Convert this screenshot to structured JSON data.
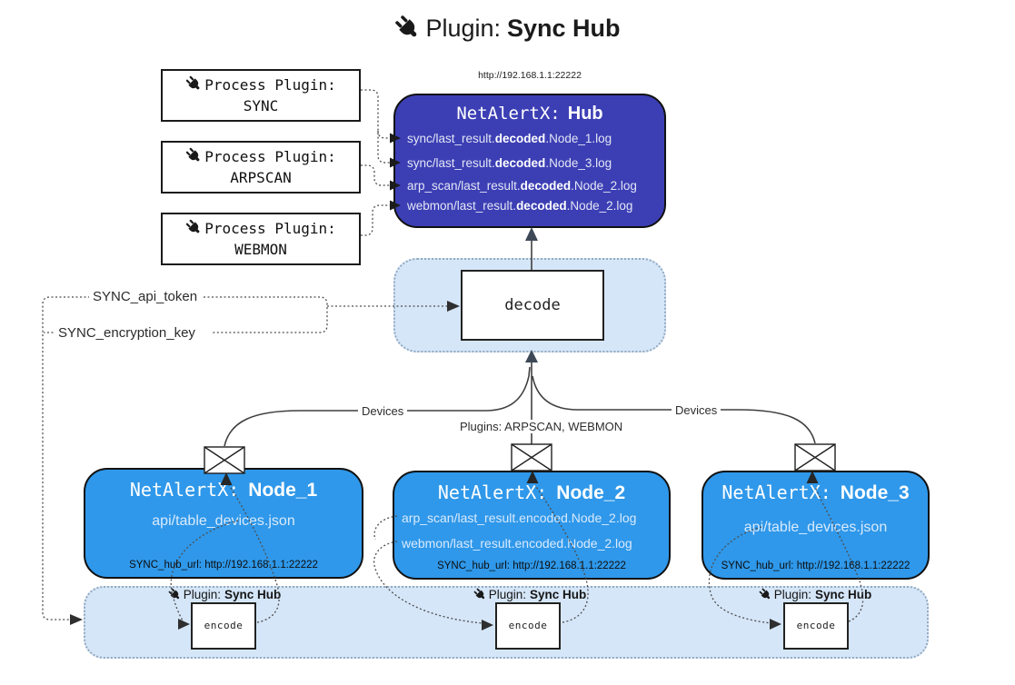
{
  "title": {
    "label": "Plugin:",
    "name": "Sync Hub"
  },
  "process_plugins": [
    {
      "label": "Process Plugin:",
      "name": "SYNC"
    },
    {
      "label": "Process Plugin:",
      "name": "ARPSCAN"
    },
    {
      "label": "Process Plugin:",
      "name": "WEBMON"
    }
  ],
  "hub": {
    "url": "http://192.168.1.1:22222",
    "title_prefix": "NetAlertX:",
    "title_name": "Hub",
    "logs": [
      {
        "pre": "sync/last_result.",
        "bold": "decoded",
        "post": ".Node_1.log"
      },
      {
        "pre": "sync/last_result.",
        "bold": "decoded",
        "post": ".Node_3.log"
      },
      {
        "pre": "arp_scan/last_result.",
        "bold": "decoded",
        "post": ".Node_2.log"
      },
      {
        "pre": "webmon/last_result.",
        "bold": "decoded",
        "post": ".Node_2.log"
      }
    ]
  },
  "decode": {
    "label": "decode"
  },
  "settings": {
    "api_token": "SYNC_api_token",
    "encryption_key": "SYNC_encryption_key"
  },
  "edge_labels": {
    "devices_left": "Devices",
    "devices_right": "Devices",
    "plugins": "Plugins: ARPSCAN, WEBMON"
  },
  "nodes": [
    {
      "title_prefix": "NetAlertX:",
      "title_name": "Node_1",
      "files": [
        "api/table_devices.json"
      ],
      "hub_url": "SYNC_hub_url: http://192.168.1.1:22222"
    },
    {
      "title_prefix": "NetAlertX:",
      "title_name": "Node_2",
      "files": [
        "arp_scan/last_result.encoded.Node_2.log",
        "webmon/last_result.encoded.Node_2.log"
      ],
      "hub_url": "SYNC_hub_url: http://192.168.1.1:22222"
    },
    {
      "title_prefix": "NetAlertX:",
      "title_name": "Node_3",
      "files": [
        "api/table_devices.json"
      ],
      "hub_url": "SYNC_hub_url: http://192.168.1.1:22222"
    }
  ],
  "encoders": [
    {
      "label": "Plugin:",
      "name": "Sync Hub",
      "box": "encode"
    },
    {
      "label": "Plugin:",
      "name": "Sync Hub",
      "box": "encode"
    },
    {
      "label": "Plugin:",
      "name": "Sync Hub",
      "box": "encode"
    }
  ],
  "colors": {
    "hub_fill": "#3c3fb4",
    "node_fill": "#2f98ea",
    "panel_fill": "#d5e6f8",
    "line": "#3f3f3f",
    "arrow_dark": "#3d4956"
  }
}
